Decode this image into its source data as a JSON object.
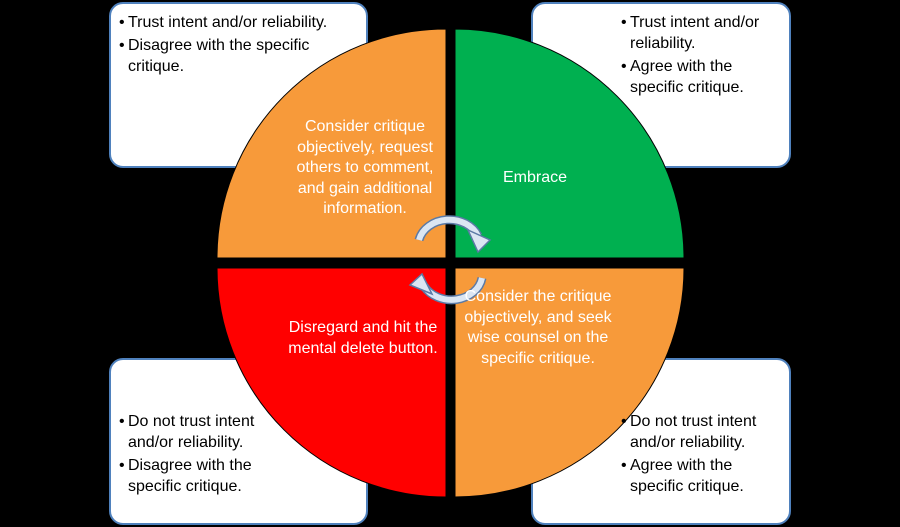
{
  "colors": {
    "background": "#000000",
    "orange": "#f79a3a",
    "green": "#00b050",
    "red": "#ff0000",
    "box_border": "#4f81bd",
    "arrow": "#dbe6f3"
  },
  "boxes": {
    "top_left": {
      "bullets": [
        "Trust intent  and/or reliability.",
        "Disagree with the specific critique."
      ]
    },
    "top_right": {
      "bullets": [
        "Trust intent  and/or reliability.",
        "Agree with the specific critique."
      ]
    },
    "bottom_left": {
      "bullets": [
        "Do not trust intent and/or reliability.",
        "Disagree with the specific critique."
      ]
    },
    "bottom_right": {
      "bullets": [
        "Do not trust intent and/or reliability.",
        "Agree with the specific critique."
      ]
    }
  },
  "quadrants": {
    "top_left": "Consider critique objectively, request others to comment, and gain additional information.",
    "top_right": "Embrace",
    "bottom_left": "Disregard and hit the mental delete button.",
    "bottom_right": "Consider the critique objectively, and seek wise counsel on the specific critique."
  },
  "arrows": [
    "clockwise-arrow-top",
    "clockwise-arrow-bottom"
  ]
}
